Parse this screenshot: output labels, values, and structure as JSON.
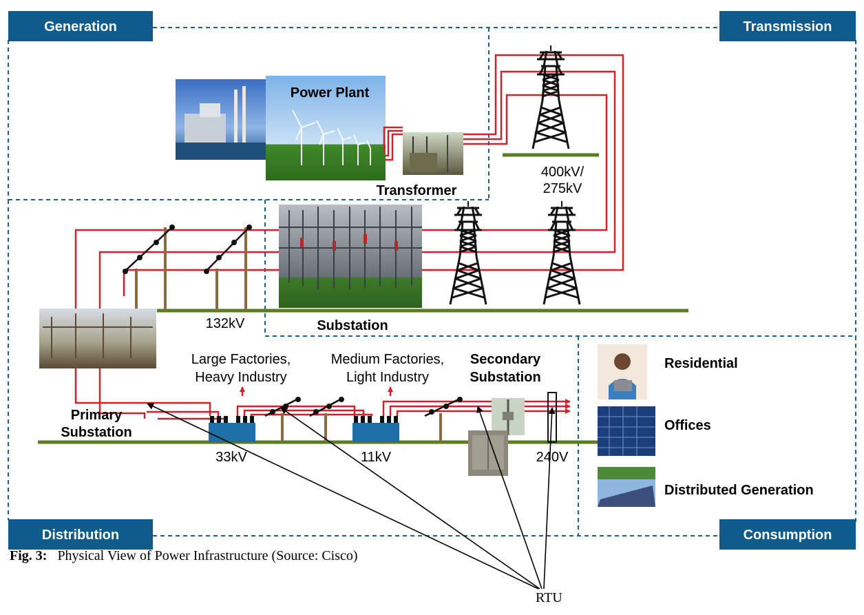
{
  "corners": {
    "generation": "Generation",
    "transmission": "Transmission",
    "distribution": "Distribution",
    "consumption": "Consumption"
  },
  "labels": {
    "power_plant": "Power Plant",
    "transformer": "Transformer",
    "transmission_voltage_1": "400kV/",
    "transmission_voltage_2": "275kV",
    "substation": "Substation",
    "v132": "132kV",
    "large_factories_1": "Large Factories,",
    "large_factories_2": "Heavy Industry",
    "medium_factories_1": "Medium Factories,",
    "medium_factories_2": "Light Industry",
    "secondary_1": "Secondary",
    "secondary_2": "Substation",
    "primary_1": "Primary",
    "primary_2": "Substation",
    "v33": "33kV",
    "v11": "11kV",
    "v240": "240V"
  },
  "consumption_items": [
    "Residential",
    "Offices",
    "Distributed Generation"
  ],
  "caption": {
    "prefix": "Fig. 3:",
    "text": "Physical View of Power Infrastructure (Source: Cisco)"
  },
  "rtu_label": "RTU",
  "colors": {
    "header_blue": "#0e5b8c",
    "dashed_border": "#1f5f8b",
    "power_line_red": "#d4202a",
    "ground_green": "#5a7d1f",
    "pole_brown": "#8b6a3e",
    "transformer_blue": "#1e6fa8"
  },
  "icons": [
    "tower-icon",
    "power-plant-photo",
    "wind-farm-photo",
    "transformer-photo",
    "substation-photo",
    "primary-substation-photo",
    "residential-photo",
    "offices-photo",
    "solar-photo",
    "pole-transformer-photo",
    "ground-box-photo"
  ]
}
